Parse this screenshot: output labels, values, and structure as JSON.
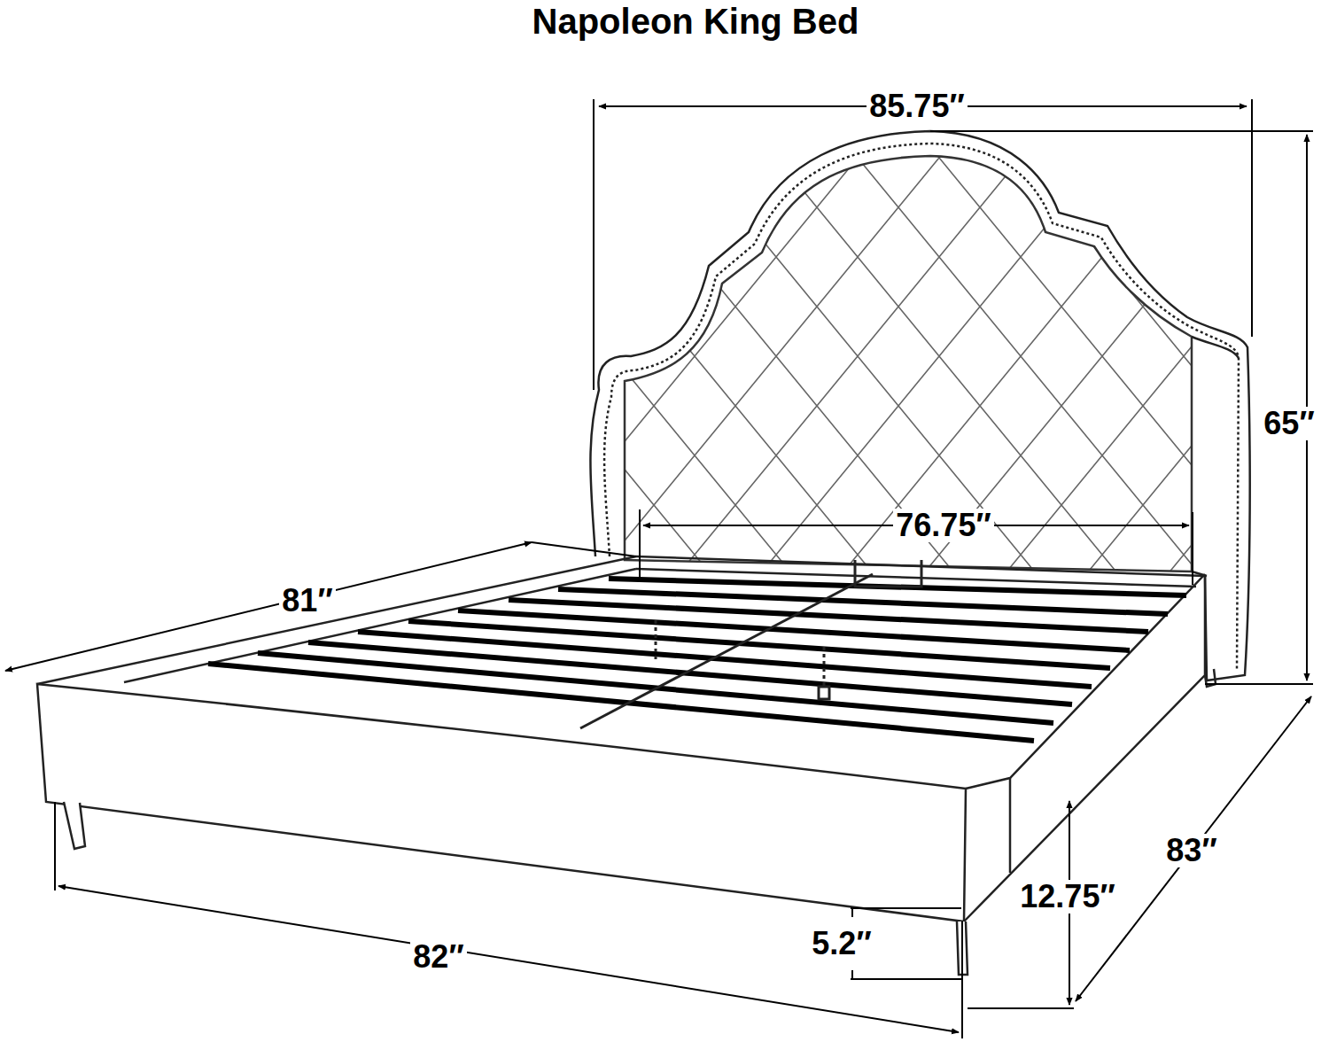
{
  "diagram": {
    "title": "Napoleon King Bed",
    "labels": [
      "85.75″",
      "65″",
      "76.75″",
      "81″",
      "83″",
      "12.75″",
      "5.2″",
      "82″"
    ]
  }
}
